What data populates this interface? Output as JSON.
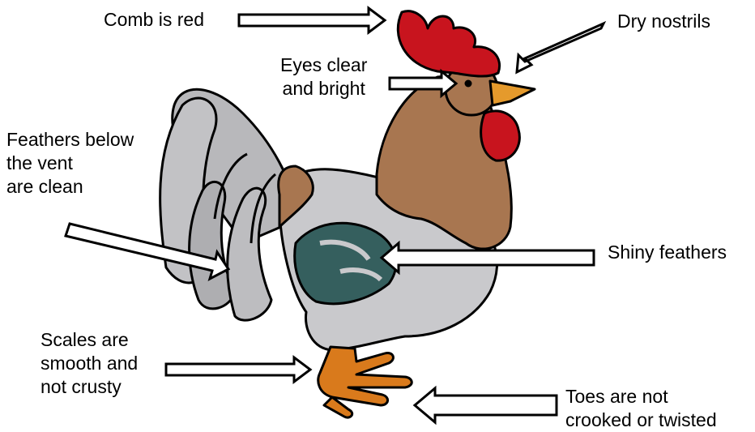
{
  "title": "",
  "colors": {
    "comb": "#c8141e",
    "head": "#a87650",
    "beak": "#e59a2c",
    "body": "#c9c9cc",
    "wing": "#355f5e",
    "tail": "#b8b8bb",
    "feet": "#d97a1c",
    "outline": "#000000",
    "arrow_fill": "#ffffff"
  },
  "labels": {
    "comb": "Comb is red",
    "nostrils": "Dry nostrils",
    "eyes": [
      "Eyes clear",
      "and bright"
    ],
    "vent": [
      "Feathers below",
      "the vent",
      "are clean"
    ],
    "shiny": "Shiny feathers",
    "scales": [
      "Scales are",
      "smooth and",
      "not crusty"
    ],
    "toes": [
      "Toes are not",
      "crooked or twisted"
    ]
  },
  "icons": [
    "rooster-illustration",
    "arrow-right",
    "arrow-left",
    "arrow-diagonal"
  ]
}
